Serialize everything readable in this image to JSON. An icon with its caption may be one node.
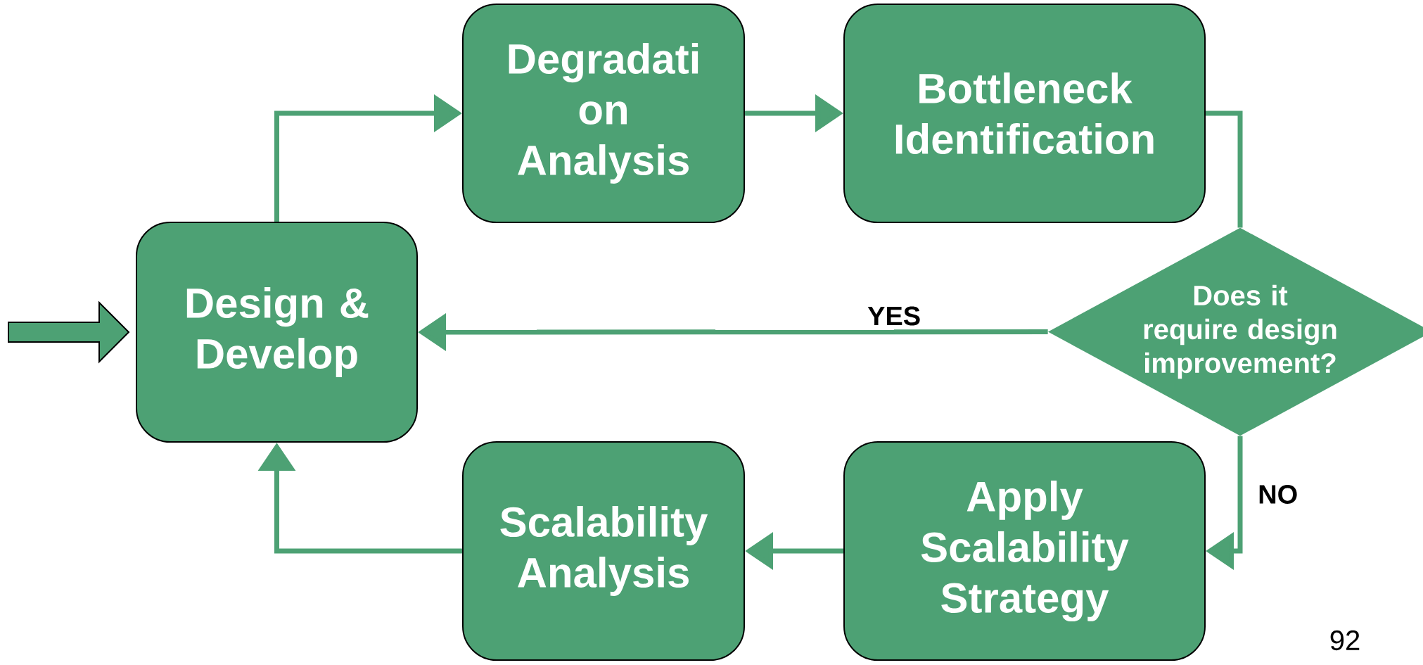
{
  "diagram": {
    "nodes": [
      {
        "text": [
          "Design & Develop"
        ]
      },
      {
        "text": [
          "Degradati on Analysis"
        ]
      },
      {
        "text": [
          "Bottleneck Identification"
        ]
      },
      {
        "text": [
          "Does it require design improvement?"
        ]
      },
      {
        "text": [
          "Apply Scalability Strategy"
        ]
      },
      {
        "text": [
          "Scalability Analysis"
        ]
      }
    ],
    "edges": [
      {
        "from": null,
        "to": 0,
        "arrow": "to"
      },
      {
        "from": 0,
        "to": 1,
        "arrow": "to"
      },
      {
        "from": 1,
        "to": 2,
        "arrow": "to"
      },
      {
        "from": 2,
        "to": 3,
        "arrow": "none"
      },
      {
        "from": 3,
        "to": 0,
        "arrow": "to",
        "label": "YES"
      },
      {
        "from": 3,
        "to": 4,
        "arrow": "to",
        "label": "NO"
      },
      {
        "from": 4,
        "to": 5,
        "arrow": "to"
      },
      {
        "from": 5,
        "to": 0,
        "arrow": "to"
      }
    ],
    "labels": [
      "92"
    ]
  }
}
